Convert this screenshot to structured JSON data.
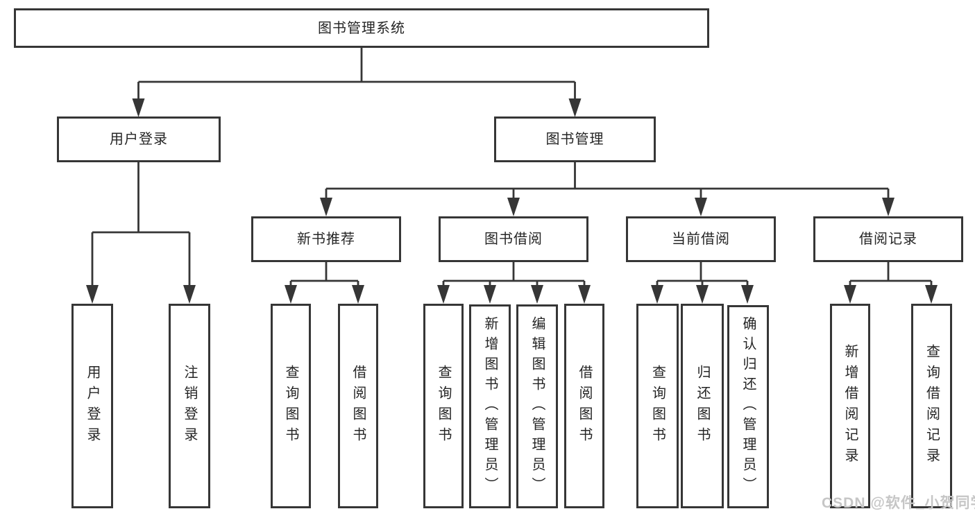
{
  "diagram": {
    "root": {
      "label": "图书管理系统",
      "children": [
        {
          "label": "用户登录",
          "children": [
            {
              "label": "用户登录"
            },
            {
              "label": "注销登录"
            }
          ]
        },
        {
          "label": "图书管理",
          "children": [
            {
              "label": "新书推荐",
              "children": [
                {
                  "label": "查询图书"
                },
                {
                  "label": "借阅图书"
                }
              ]
            },
            {
              "label": "图书借阅",
              "children": [
                {
                  "label": "查询图书"
                },
                {
                  "label": "新增图书（管理员）"
                },
                {
                  "label": "编辑图书（管理员）"
                },
                {
                  "label": "借阅图书"
                }
              ]
            },
            {
              "label": "当前借阅",
              "children": [
                {
                  "label": "查询图书"
                },
                {
                  "label": "归还图书"
                },
                {
                  "label": "确认归还（管理员）"
                }
              ]
            },
            {
              "label": "借阅记录",
              "children": [
                {
                  "label": "新增借阅记录"
                },
                {
                  "label": "查询借阅记录"
                }
              ]
            }
          ]
        }
      ]
    },
    "watermark": {
      "text": "CSDN @软件_小贺同学"
    },
    "colors": {
      "line": "#363636",
      "box_border": "#363636",
      "box_fill": "#ffffff",
      "text": "#252525",
      "watermark": "#c6c6c6",
      "background": "#ffffff"
    }
  }
}
